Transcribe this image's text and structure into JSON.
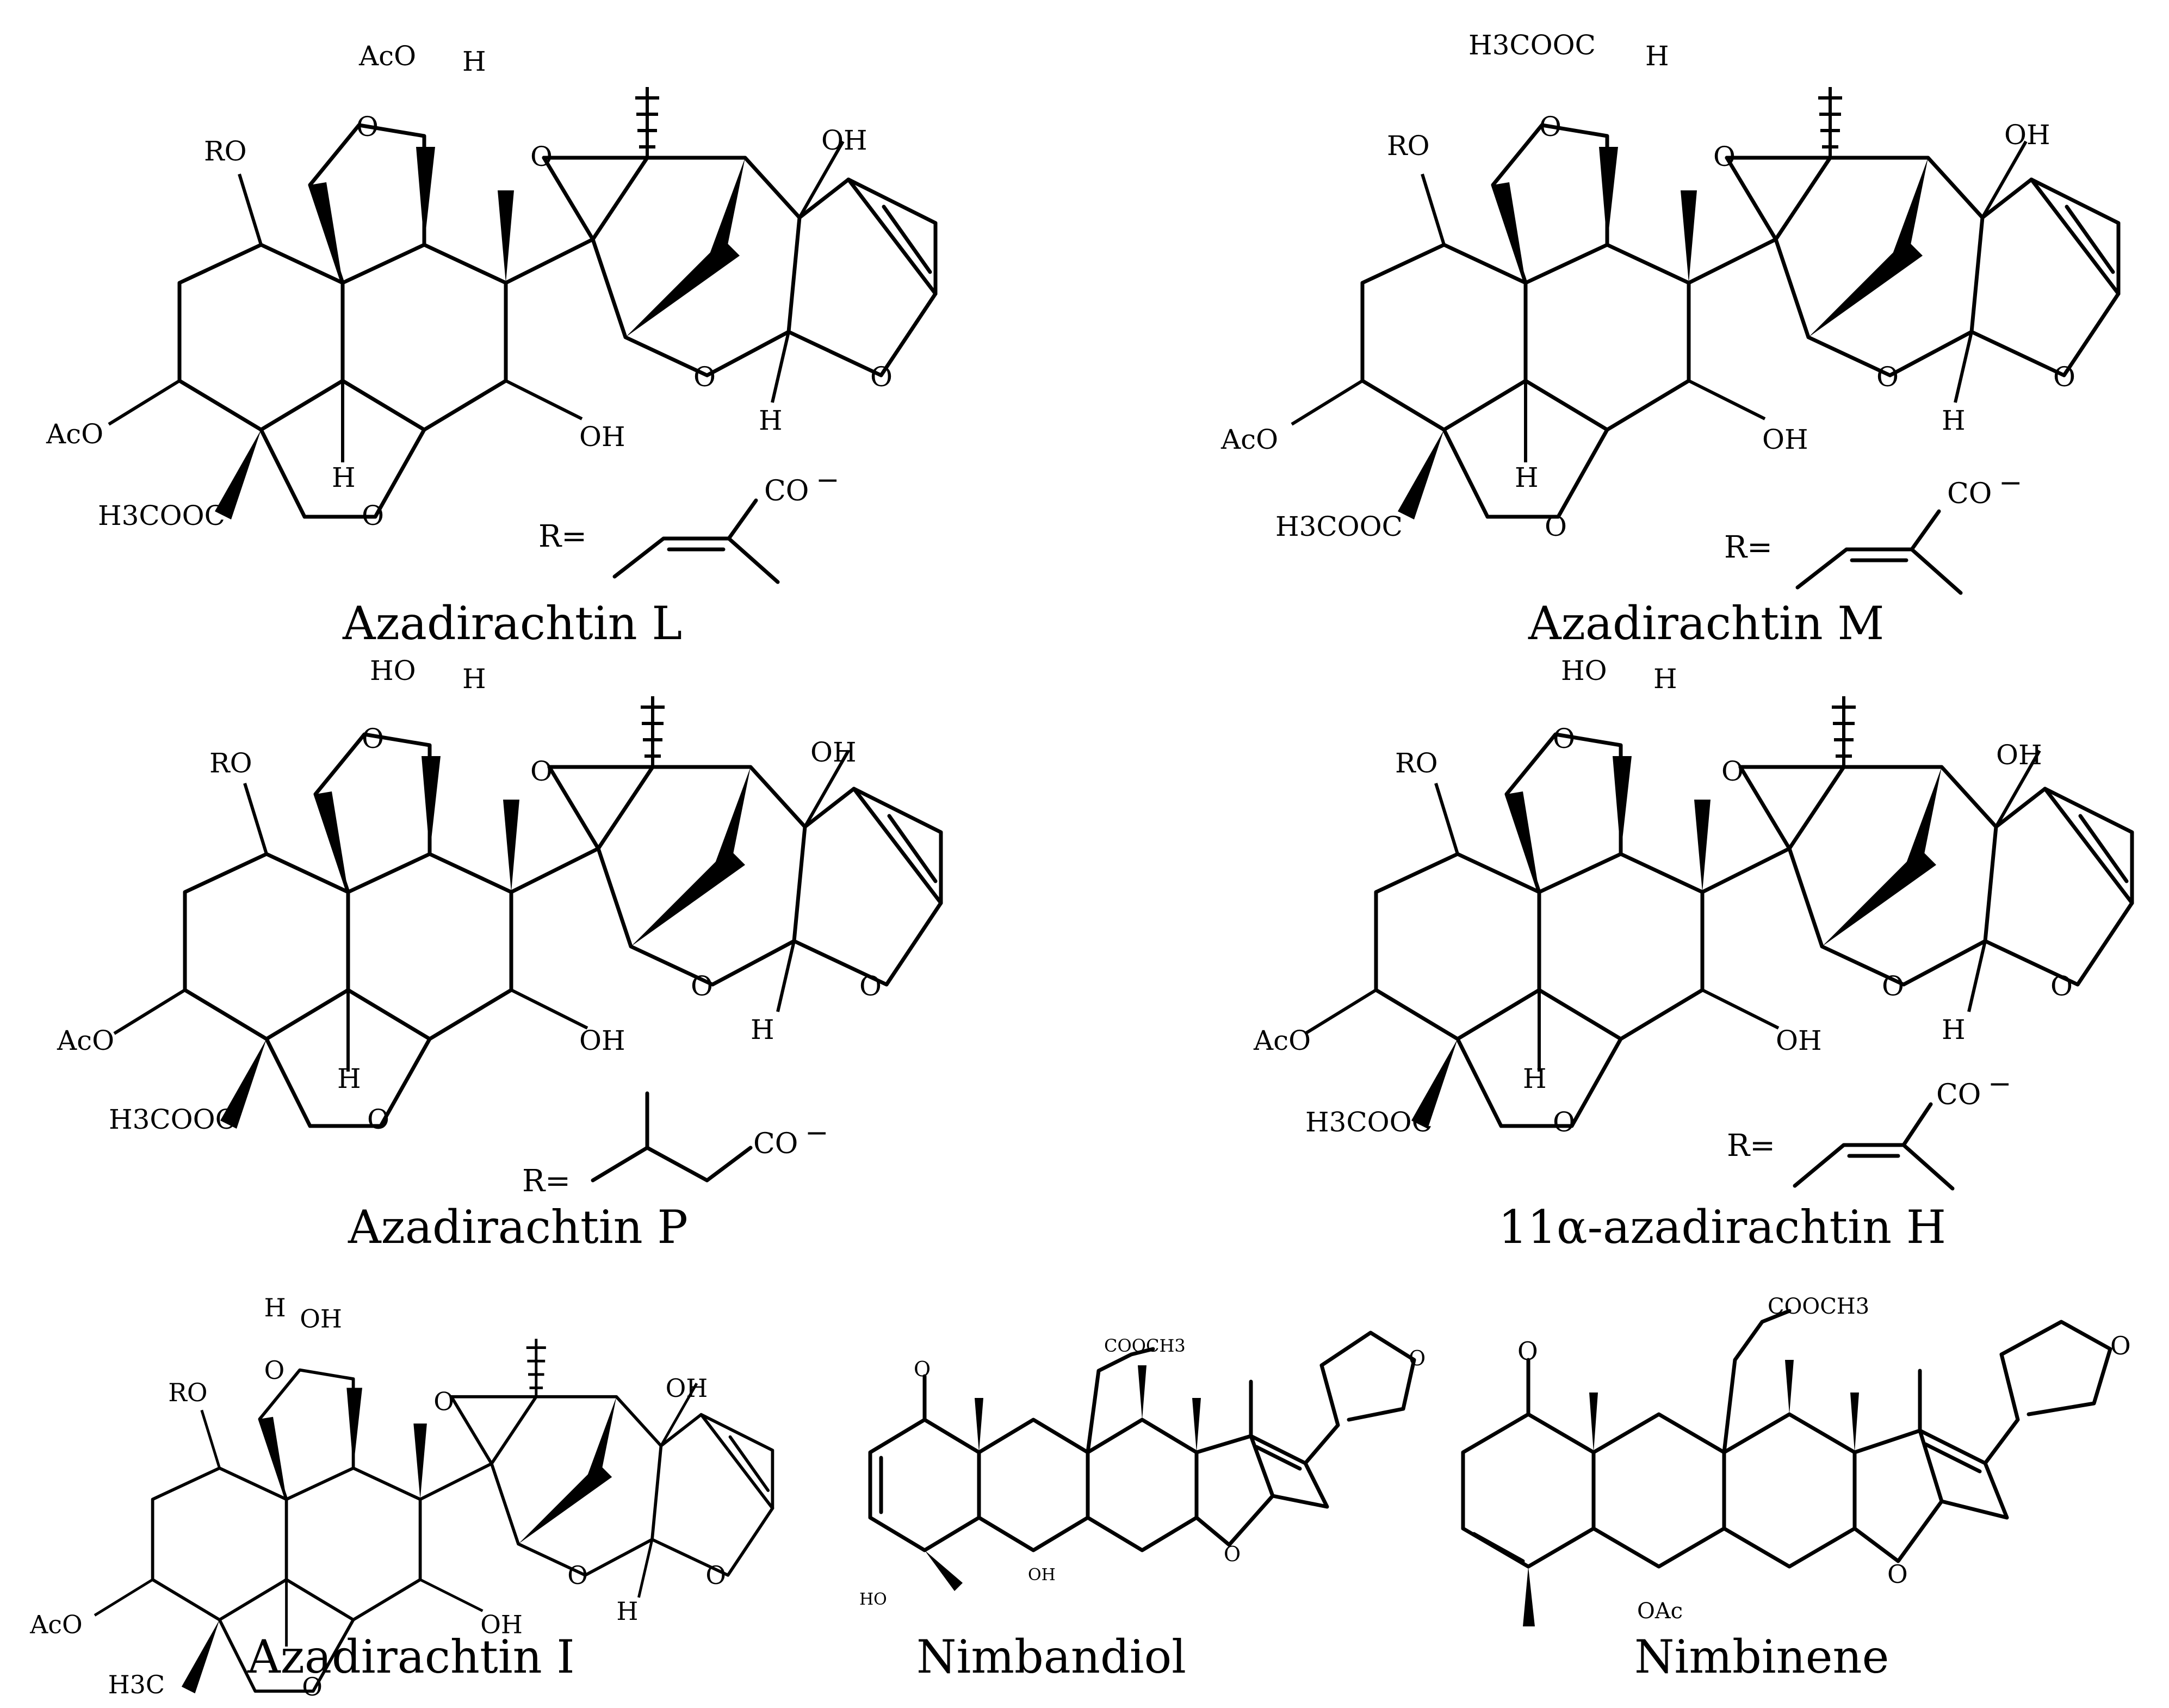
{
  "structures": [
    {
      "name": "Azadirachtin L",
      "labels": {
        "oac_top": "AcO",
        "h_top": "H",
        "ring_o": "O",
        "ro": "RO",
        "epoxide_o": "O",
        "oh_right": "OH",
        "pyran_o": "O",
        "furan_o": "O",
        "h_bottom": "H",
        "aco_left": "AcO",
        "oh_lower": "OH",
        "h_mid": "H",
        "bridge_o": "O",
        "ester": "H3COOC"
      },
      "r_group": {
        "label": "R=",
        "acyl": "CO"
      }
    },
    {
      "name": "Azadirachtin M",
      "labels": {
        "oac_top": "H3COOC",
        "h_top": "H",
        "ring_o": "O",
        "ro": "RO",
        "epoxide_o": "O",
        "oh_right": "OH",
        "pyran_o": "O",
        "furan_o": "O",
        "h_bottom": "H",
        "aco_left": "AcO",
        "oh_lower": "OH",
        "h_mid": "H",
        "bridge_o": "O",
        "ester": "H3COOC"
      },
      "r_group": {
        "label": "R=",
        "acyl": "CO"
      }
    },
    {
      "name": "Azadirachtin P",
      "labels": {
        "oac_top": "HO",
        "h_top": "H",
        "ring_o": "O",
        "ro": "RO",
        "epoxide_o": "O",
        "oh_right": "OH",
        "pyran_o": "O",
        "furan_o": "O",
        "h_bottom": "H",
        "aco_left": "AcO",
        "oh_lower": "OH",
        "h_mid": "H",
        "bridge_o": "O",
        "ester": "H3COOC"
      },
      "r_group": {
        "label": "R=",
        "acyl": "CO"
      }
    },
    {
      "name": "11α-azadirachtin H",
      "labels": {
        "oac_top": "HO",
        "h_top": "H",
        "ring_o": "O",
        "ro": "RO",
        "epoxide_o": "O",
        "oh_right": "OH",
        "pyran_o": "O",
        "furan_o": "O",
        "h_bottom": "H",
        "aco_left": "AcO",
        "oh_lower": "OH",
        "h_mid": "H",
        "bridge_o": "O",
        "ester": "H3COOC"
      },
      "r_group": {
        "label": "R=",
        "acyl": "CO"
      }
    },
    {
      "name": "Azadirachtin I",
      "labels": {
        "oac_top": "OH",
        "h_top": "H",
        "ring_o": "O",
        "ro": "RO",
        "epoxide_o": "O",
        "oh_right": "OH",
        "pyran_o": "O",
        "furan_o": "O",
        "h_bottom": "H",
        "aco_left": "AcO",
        "oh_lower": "OH",
        "bridge_o": "O",
        "ester": "H3C"
      }
    },
    {
      "name": "Nimbandiol",
      "labels": {
        "ketone_o": "O",
        "ester": "COOCH3",
        "furan_o": "O",
        "ring_o": "O",
        "ho": "HO",
        "oh": "OH"
      }
    },
    {
      "name": "Nimbinene",
      "labels": {
        "ketone_o": "O",
        "ester": "COOCH3",
        "furan_o": "O",
        "ring_o": "O",
        "oac": "OAc"
      }
    }
  ]
}
